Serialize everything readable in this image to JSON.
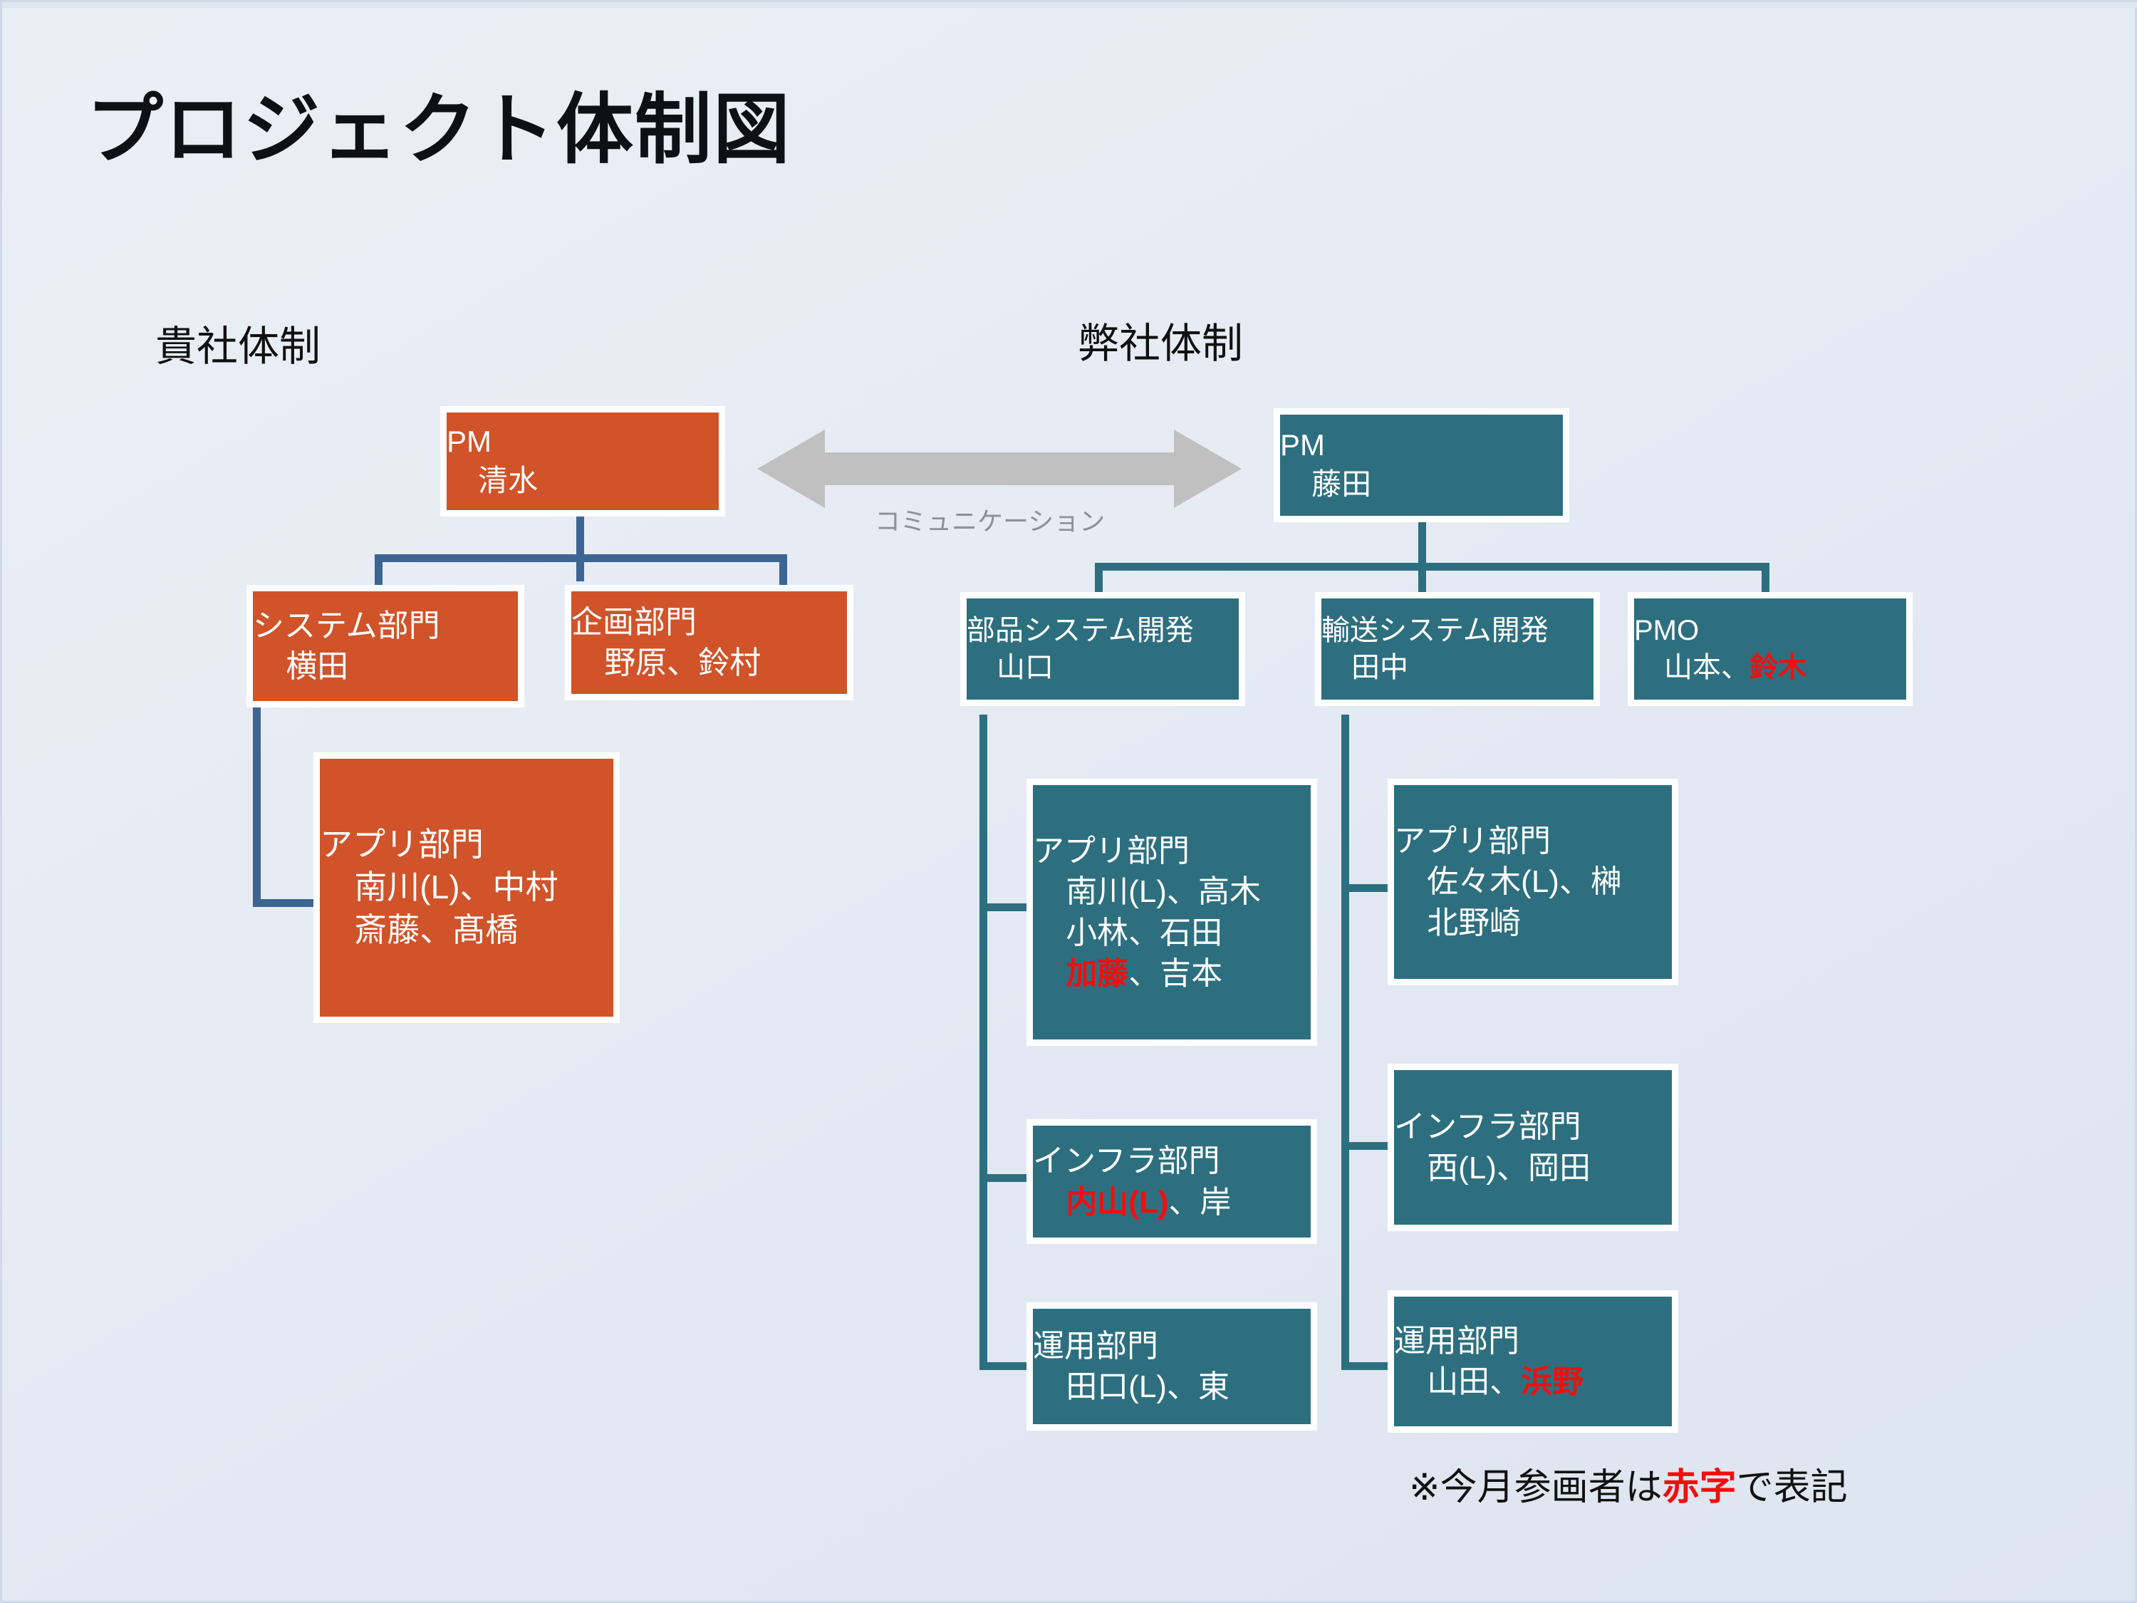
{
  "slide": {
    "title": "プロジェクト体制図",
    "footnote_pre": "※今月参画者は",
    "footnote_red": "赤字",
    "footnote_post": "で表記",
    "accent_orange": "#d0532a",
    "accent_teal": "#2d6f7f",
    "accent_red": "#f40d0d",
    "connector_blue": "#3c6592",
    "connector_teal": "#2d6f7f",
    "background": "#e9eef5"
  },
  "sections": {
    "left_label": "貴社体制",
    "right_label": "弊社体制"
  },
  "communication": {
    "label": "コミュニケーション",
    "arrow_color": "#c0c0c0"
  },
  "client": {
    "pm": {
      "title": "PM",
      "members": "清水"
    },
    "system_dept": {
      "title": "システム部門",
      "members": "横田"
    },
    "planning_dept": {
      "title": "企画部門",
      "members": "野原、鈴村"
    },
    "app_dept": {
      "title": "アプリ部門",
      "line1": "南川(L)、中村",
      "line2": "斎藤、髙橋"
    }
  },
  "vendor": {
    "pm": {
      "title": "PM",
      "members": "藤田"
    },
    "parts_system": {
      "title": "部品システム開発",
      "members": "山口"
    },
    "transport_system": {
      "title": "輸送システム開発",
      "members": "田中"
    },
    "pmo": {
      "title": "PMO",
      "members_plain": "山本、",
      "members_red": "鈴木"
    },
    "parts_app": {
      "title": "アプリ部門",
      "line1": "南川(L)、高木",
      "line2": "小林、石田",
      "line3_red": "加藤",
      "line3_plain": "、吉本"
    },
    "parts_infra": {
      "title": "インフラ部門",
      "line1_red": "内山(L)",
      "line1_plain": "、岸"
    },
    "parts_ops": {
      "title": "運用部門",
      "line1": "田口(L)、東"
    },
    "transport_app": {
      "title": "アプリ部門",
      "line1": "佐々木(L)、榊",
      "line2": "北野崎"
    },
    "transport_infra": {
      "title": "インフラ部門",
      "line1": "西(L)、岡田"
    },
    "transport_ops": {
      "title": "運用部門",
      "line1_plain": "山田、",
      "line1_red": "浜野"
    }
  }
}
